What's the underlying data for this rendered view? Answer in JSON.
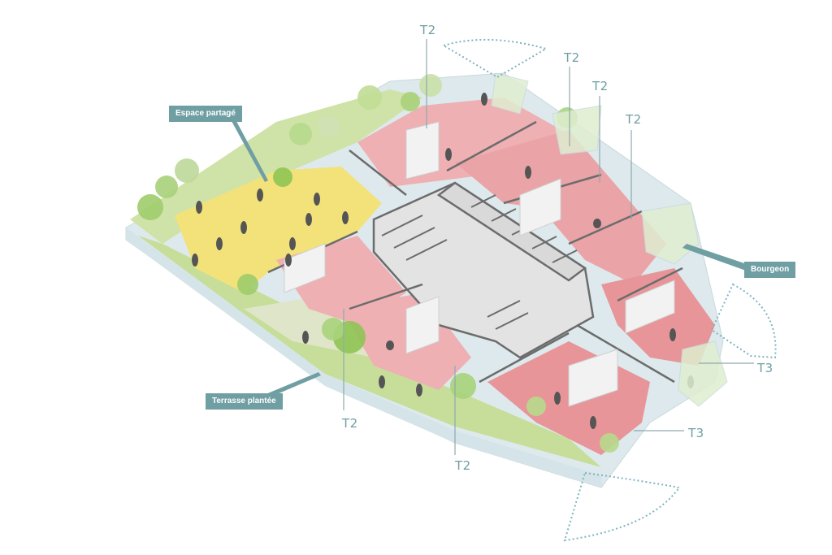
{
  "diagram": {
    "type": "axonometric-floor-plan",
    "colors": {
      "label_bg": "#6f9ea3",
      "label_text": "#ffffff",
      "unit_label": "#6f9ea3",
      "shared_space_floor": "#f3e27a",
      "apartment_floor": "#eaa3a6",
      "corridor_floor": "#e6e6e6",
      "terrace_green": "#c9dfa0",
      "slab_edge": "#dce9ec",
      "wall_line": "#707070",
      "dashed_arc": "#7fb3c1",
      "person": "#555555"
    },
    "callouts": [
      {
        "id": "espace-partage",
        "label": "Espace partagé"
      },
      {
        "id": "bourgeon",
        "label": "Bourgeon"
      },
      {
        "id": "terrasse-plantee",
        "label": "Terrasse plantée"
      }
    ],
    "unit_labels": [
      {
        "id": "t2-top-1",
        "label": "T2"
      },
      {
        "id": "t2-top-2",
        "label": "T2"
      },
      {
        "id": "t2-top-3",
        "label": "T2"
      },
      {
        "id": "t2-top-4",
        "label": "T2"
      },
      {
        "id": "t3-right-1",
        "label": "T3"
      },
      {
        "id": "t3-right-2",
        "label": "T3"
      },
      {
        "id": "t2-bottom-1",
        "label": "T2"
      },
      {
        "id": "t2-bottom-2",
        "label": "T2"
      }
    ]
  }
}
